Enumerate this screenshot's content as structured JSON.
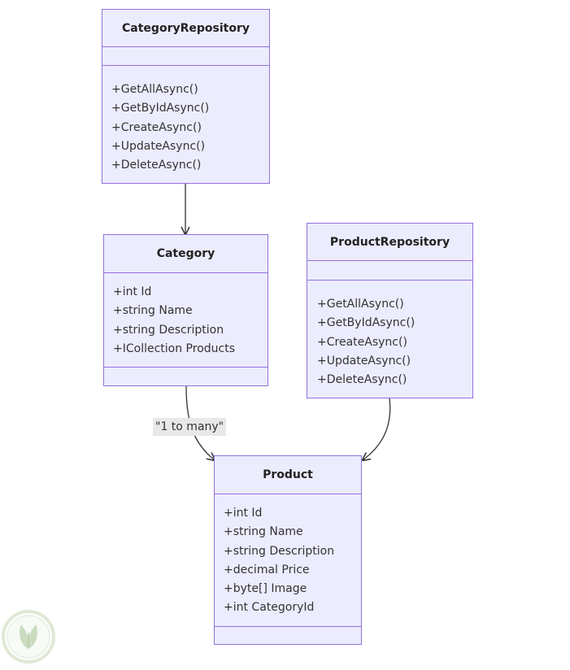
{
  "classes": {
    "category_repository": {
      "title": "CategoryRepository",
      "attributes": [],
      "methods": [
        "+GetAllAsync()",
        "+GetByIdAsync()",
        "+CreateAsync()",
        "+UpdateAsync()",
        "+DeleteAsync()"
      ]
    },
    "category": {
      "title": "Category",
      "attributes": [
        "+int Id",
        "+string Name",
        "+string Description",
        "+ICollection Products"
      ],
      "methods": []
    },
    "product_repository": {
      "title": "ProductRepository",
      "attributes": [],
      "methods": [
        "+GetAllAsync()",
        "+GetByIdAsync()",
        "+CreateAsync()",
        "+UpdateAsync()",
        "+DeleteAsync()"
      ]
    },
    "product": {
      "title": "Product",
      "attributes": [
        "+int Id",
        "+string Name",
        "+string Description",
        "+decimal Price",
        "+byte[] Image",
        "+int CategoryId"
      ],
      "methods": []
    }
  },
  "relations": {
    "category_to_product_label": "\"1 to many\""
  },
  "colors": {
    "box_fill": "#ececff",
    "box_border": "#9370db",
    "edge": "#333333",
    "label_bg": "#e8e8e8"
  },
  "watermark": {
    "icon": "leaf-shield-logo-icon"
  }
}
